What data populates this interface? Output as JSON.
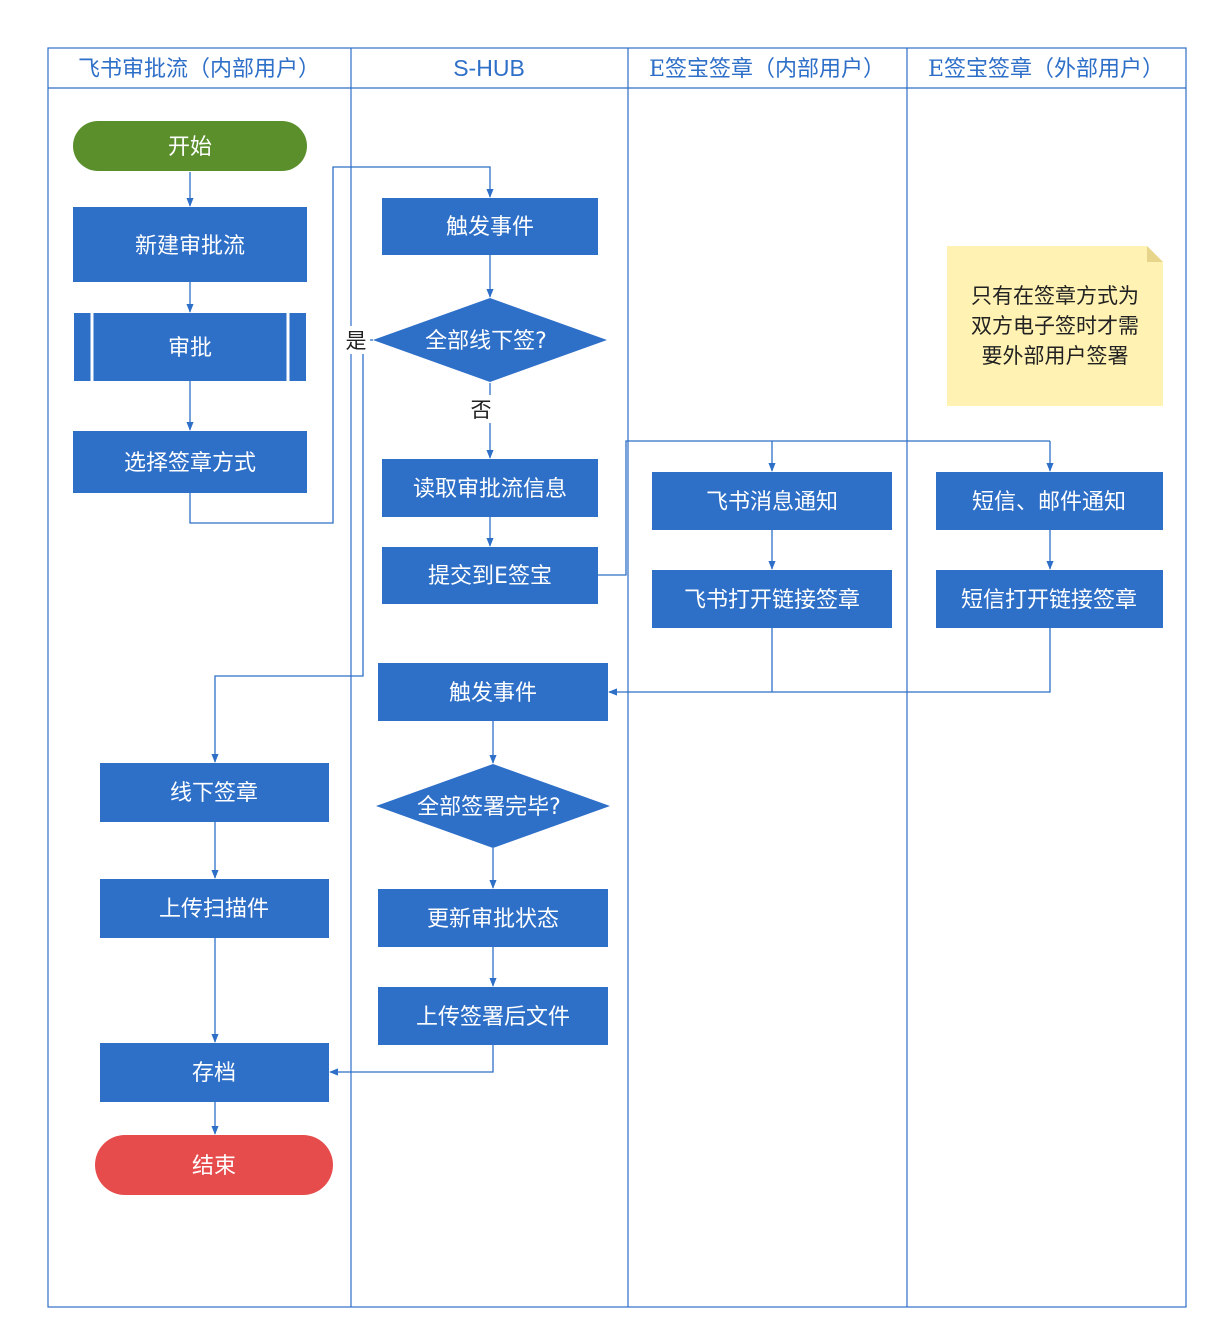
{
  "colors": {
    "accent": "#2e6fc8",
    "process": "#2e6fc8",
    "start": "#5a8f2c",
    "end": "#e64c4c",
    "note": "#fff2b3"
  },
  "lanes": [
    {
      "id": "feishu",
      "title": "飞书审批流（内部用户）"
    },
    {
      "id": "shub",
      "title": "S-HUB"
    },
    {
      "id": "esign_internal",
      "title": "E签宝签章（内部用户）"
    },
    {
      "id": "esign_external",
      "title": "E签宝签章（外部用户）"
    }
  ],
  "nodes": {
    "start": {
      "label": "开始"
    },
    "new_flow": {
      "label": "新建审批流"
    },
    "approve": {
      "label": "审批"
    },
    "choose_method": {
      "label": "选择签章方式"
    },
    "trigger1": {
      "label": "触发事件"
    },
    "all_offline": {
      "label": "全部线下签?"
    },
    "read_info": {
      "label": "读取审批流信息"
    },
    "submit_esign": {
      "label": "提交到E签宝"
    },
    "feishu_notify": {
      "label": "飞书消息通知"
    },
    "feishu_open": {
      "label": "飞书打开链接签章"
    },
    "sms_notify": {
      "label": "短信、邮件通知"
    },
    "sms_open": {
      "label": "短信打开链接签章"
    },
    "trigger2": {
      "label": "触发事件"
    },
    "all_signed": {
      "label": "全部签署完毕?"
    },
    "update_status": {
      "label": "更新审批状态"
    },
    "upload_signed": {
      "label": "上传签署后文件"
    },
    "offline_sign": {
      "label": "线下签章"
    },
    "upload_scan": {
      "label": "上传扫描件"
    },
    "archive": {
      "label": "存档"
    },
    "end": {
      "label": "结束"
    }
  },
  "edge_labels": {
    "yes": "是",
    "no": "否"
  },
  "note": {
    "lines": [
      "只有在签章方式为",
      "双方电子签时才需",
      "要外部用户签署"
    ]
  }
}
